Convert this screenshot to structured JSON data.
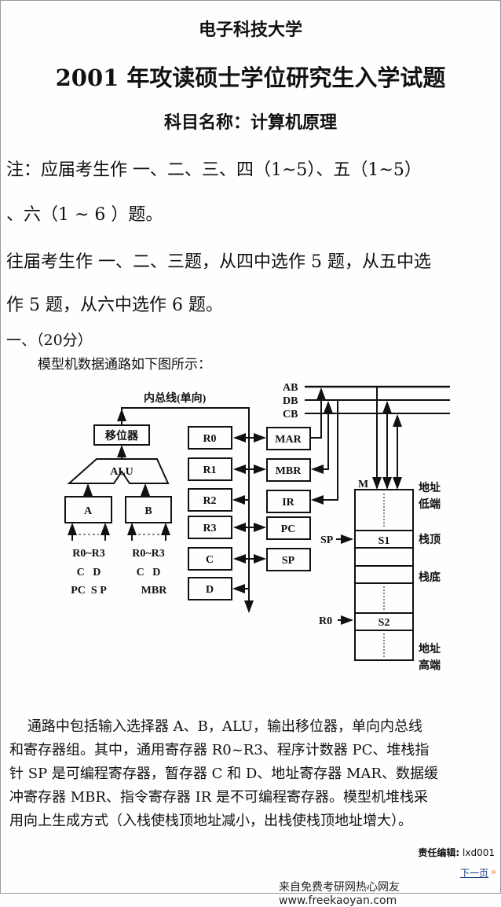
{
  "header": {
    "school": "电子科技大学",
    "exam_title": "2001 年攻读硕士学位研究生入学试题",
    "subject": "科目名称：计算机原理"
  },
  "notes": [
    "注：应届考生作 一、二、三、四（1~5）、五（1~5）",
    "、六（1 ~ 6 ）题。",
    "往届考生作 一、二、三题，从四中选作 5 题，从五中选",
    "作 5 题，从六中选作 6 题。"
  ],
  "question1": {
    "heading": "一、（20分）",
    "intro": "模型机数据通路如下图所示："
  },
  "diagram": {
    "bus_label": "内总线(单向)",
    "shifter": "移位器",
    "alu": "ALU",
    "reg_a": "A",
    "reg_b": "B",
    "a_inputs": [
      "R0~R3",
      "C   D",
      "PC  S P"
    ],
    "b_inputs": [
      "R0~R3",
      "C   D",
      "MBR"
    ],
    "registers": [
      "R0",
      "R1",
      "R2",
      "R3",
      "C",
      "D"
    ],
    "special_registers": [
      "MAR",
      "MBR",
      "IR",
      "PC",
      "SP"
    ],
    "system_buses": [
      "AB",
      "DB",
      "CB"
    ],
    "memory_label": "M",
    "cells": [
      "S1",
      "S2"
    ],
    "pointers": [
      "SP",
      "R0"
    ],
    "side_labels": {
      "low_1": "地址",
      "low_2": "低端",
      "top": "栈顶",
      "bottom": "栈底",
      "high_1": "地址",
      "high_2": "高端"
    }
  },
  "paragraph": [
    "    通路中包括输入选择器 A、B，ALU，输出移位器，单向内总线",
    "和寄存器组。其中，通用寄存器 R0~R3、程序计数器 PC、堆栈指",
    "针 SP 是可编程寄存器，暂存器 C 和 D、地址寄存器 MAR、数据缓",
    "冲寄存器 MBR、指令寄存器 IR 是不可编程寄存器。模型机堆栈采",
    "用向上生成方式（入栈使栈顶地址减小，出栈使栈顶地址增大）。"
  ],
  "footer": {
    "editor_label": "责任编辑:",
    "editor": "lxd001",
    "next_page": "下一页",
    "next_arrow": "»",
    "source": "来自免费考研网热心网友www.freekaoyan.com"
  }
}
